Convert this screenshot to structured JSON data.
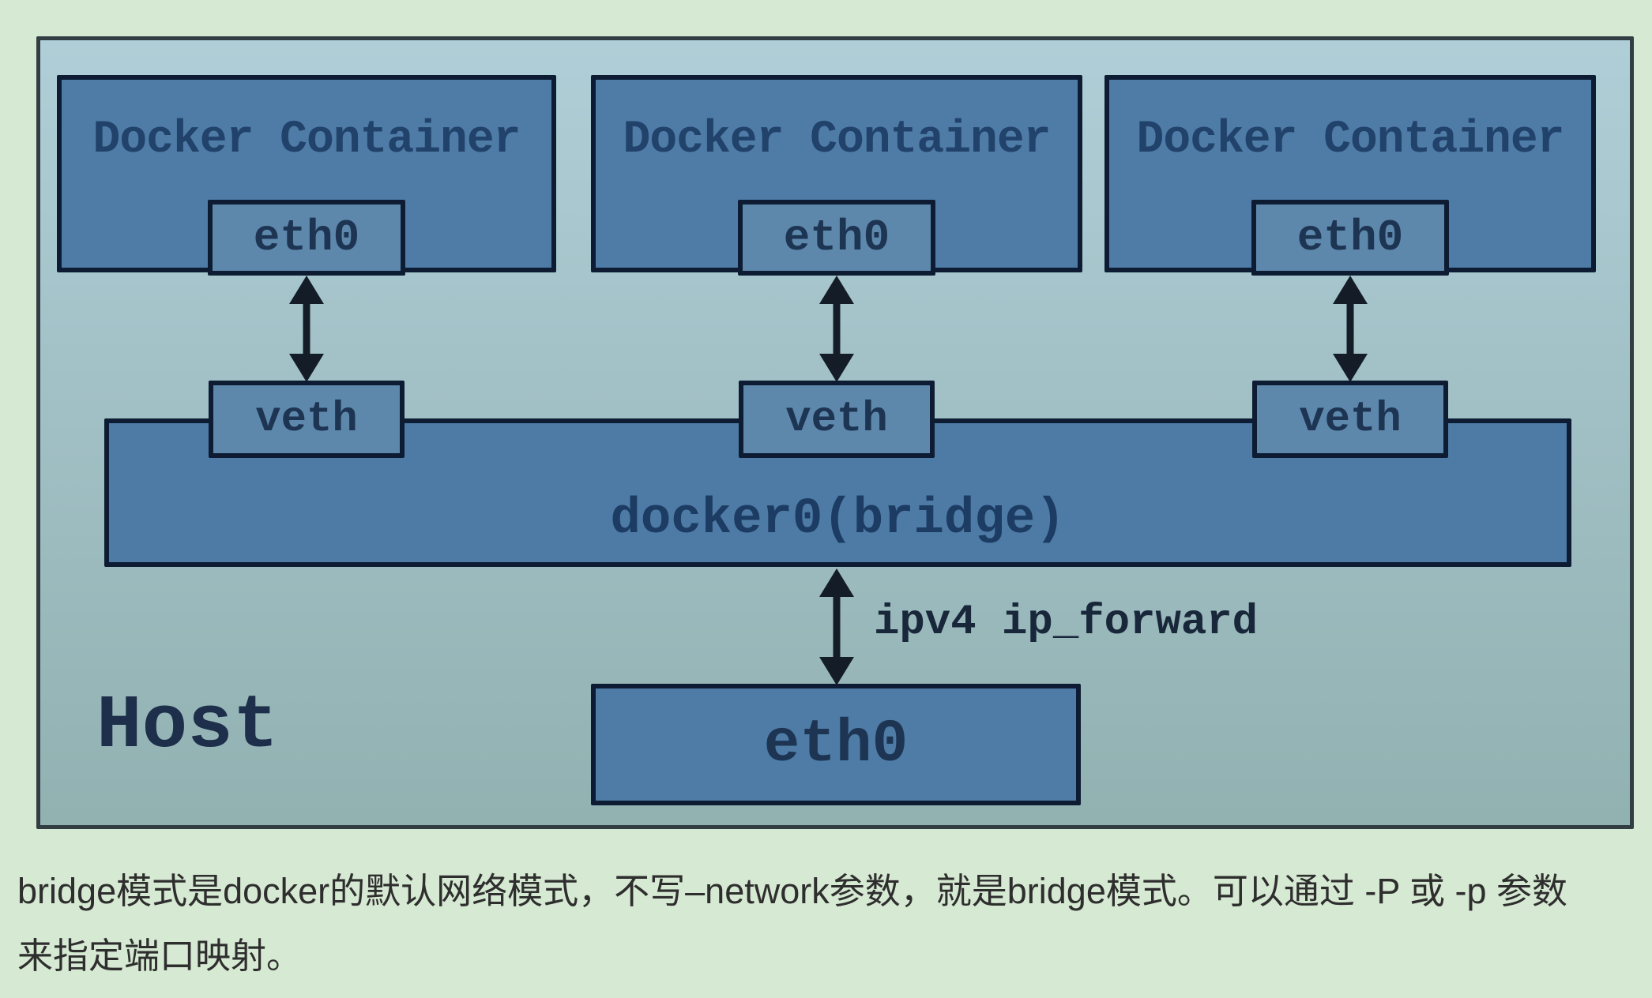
{
  "diagram": {
    "host_label": "Host",
    "bridge_label": "docker0(bridge)",
    "ip_forward_label": "ipv4 ip_forward",
    "host_eth_label": "eth0",
    "containers": [
      {
        "title": "Docker Container",
        "eth_label": "eth0",
        "veth_label": "veth"
      },
      {
        "title": "Docker Container",
        "eth_label": "eth0",
        "veth_label": "veth"
      },
      {
        "title": "Docker Container",
        "eth_label": "eth0",
        "veth_label": "veth"
      }
    ],
    "colors": {
      "page_background": "#d6e9d2",
      "host_fill_top": "#b0ced7",
      "host_fill_bottom": "#92b1b1",
      "host_border": "#323d44",
      "box_fill": "#4e7ca6",
      "small_box_fill": "#5d88ac",
      "box_border": "#0d1c32",
      "diagram_text": "#1d3553",
      "arrow": "#141d27",
      "caption_text": "#2e2e2e"
    }
  },
  "caption": {
    "lines": [
      "bridge模式是docker的默认网络模式，不写–network参数，就是bridge模式。可以通过 -P 或 -p 参数",
      "来指定端口映射。"
    ]
  }
}
